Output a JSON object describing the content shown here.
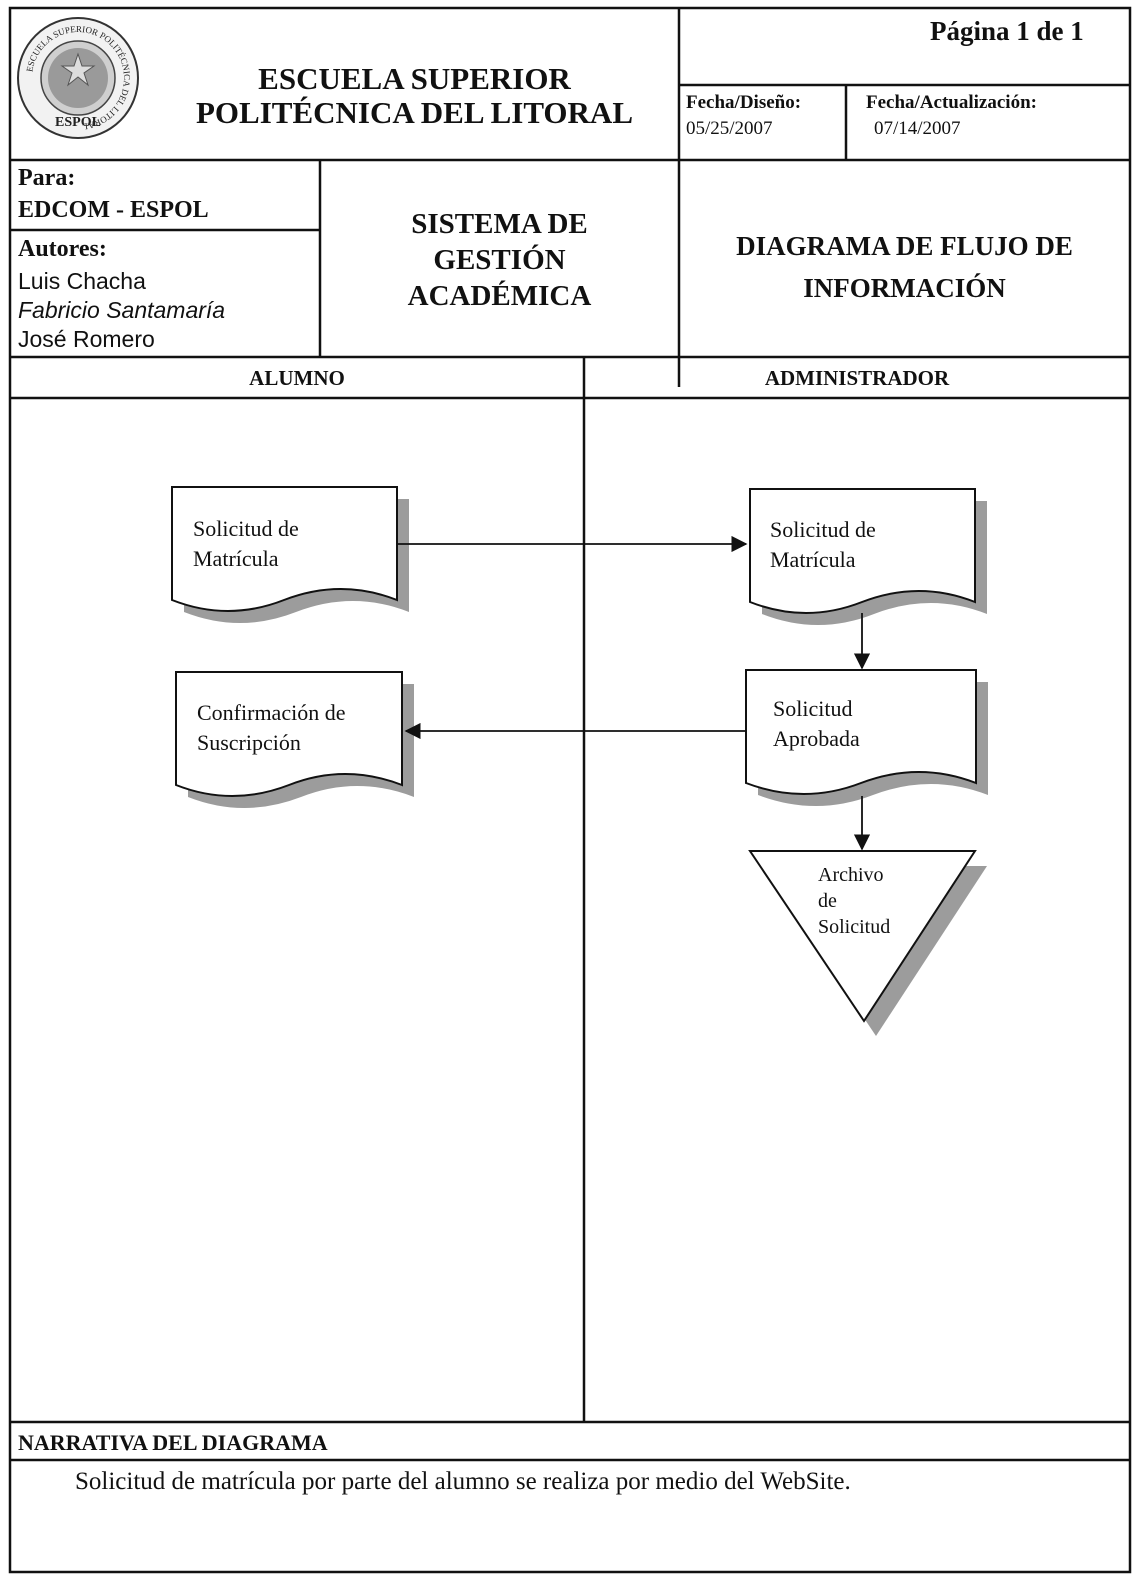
{
  "header": {
    "logo_text": [
      "ESCUELA SUPERIOR POLITÉCNICA DEL LITORAL",
      "ESPOL"
    ],
    "institution": [
      "ESCUELA SUPERIOR",
      "POLITÉCNICA DEL LITORAL"
    ],
    "page": "Página 1 de 1",
    "fecha_diseno_label": "Fecha/Diseño:",
    "fecha_diseno_value": "05/25/2007",
    "fecha_actualizacion_label": "Fecha/Actualización:",
    "fecha_actualizacion_value": "07/14/2007"
  },
  "info": {
    "para_label": "Para:",
    "para_value": "EDCOM - ESPOL",
    "autores_label": "Autores:",
    "autores": [
      "Luis Chacha",
      "Fabricio Santamaría",
      "José Romero"
    ],
    "system_title": [
      "SISTEMA DE",
      "GESTIÓN",
      "ACADÉMICA"
    ],
    "diagram_title": [
      "DIAGRAMA DE FLUJO DE",
      "INFORMACIÓN"
    ]
  },
  "lanes": {
    "left": "ALUMNO",
    "right": "ADMINISTRADOR"
  },
  "diagram": {
    "nodes": {
      "alumno_solicitud": [
        "Solicitud de",
        "Matrícula"
      ],
      "alumno_confirmacion": [
        "Confirmación de",
        "Suscripción"
      ],
      "admin_solicitud": [
        "Solicitud de",
        "Matrícula"
      ],
      "admin_aprobada": [
        "Solicitud",
        "Aprobada"
      ],
      "archivo": [
        "Archivo",
        "de",
        "Solicitud"
      ]
    }
  },
  "narrative": {
    "title": "NARRATIVA DEL DIAGRAMA",
    "text": "Solicitud de matrícula por parte del alumno se realiza por medio del WebSite."
  }
}
